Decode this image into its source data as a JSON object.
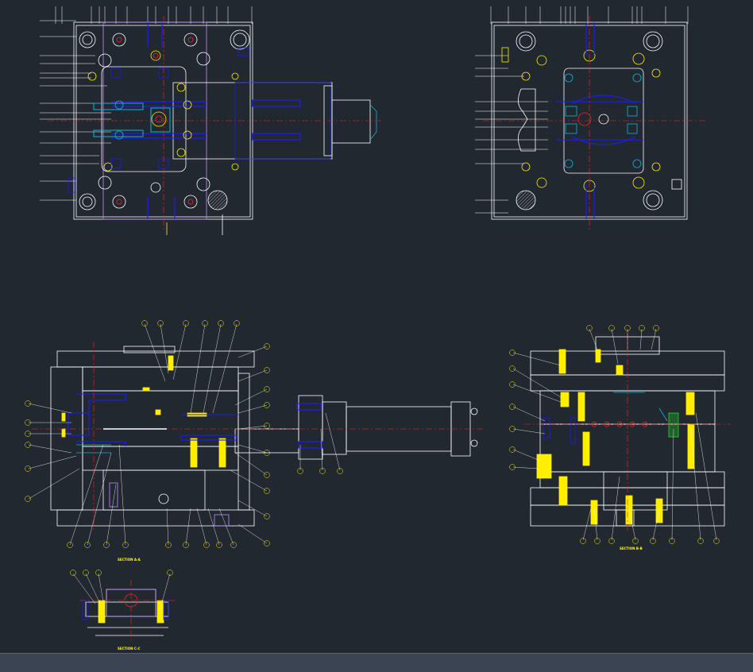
{
  "drawing": {
    "views": [
      {
        "id": "plan-view-moving-half",
        "caption": ""
      },
      {
        "id": "plan-view-fixed-half",
        "caption": ""
      },
      {
        "id": "section-a-a",
        "caption": "SECTION A-A"
      },
      {
        "id": "section-b-b",
        "caption": "SECTION B-B"
      },
      {
        "id": "section-c-c",
        "caption": "SECTION C-C"
      }
    ]
  },
  "colors": {
    "background": "#212830",
    "outline": "#ffffff",
    "center_line": "#ff2020",
    "blue_part": "#1c1cff",
    "cyan_part": "#10b4d8",
    "yellow_part": "#ffee00",
    "magenta_part": "#c58cff",
    "green_part": "#22dd22",
    "status_bar": "#3b4452"
  },
  "status_bar": {
    "label": ""
  }
}
